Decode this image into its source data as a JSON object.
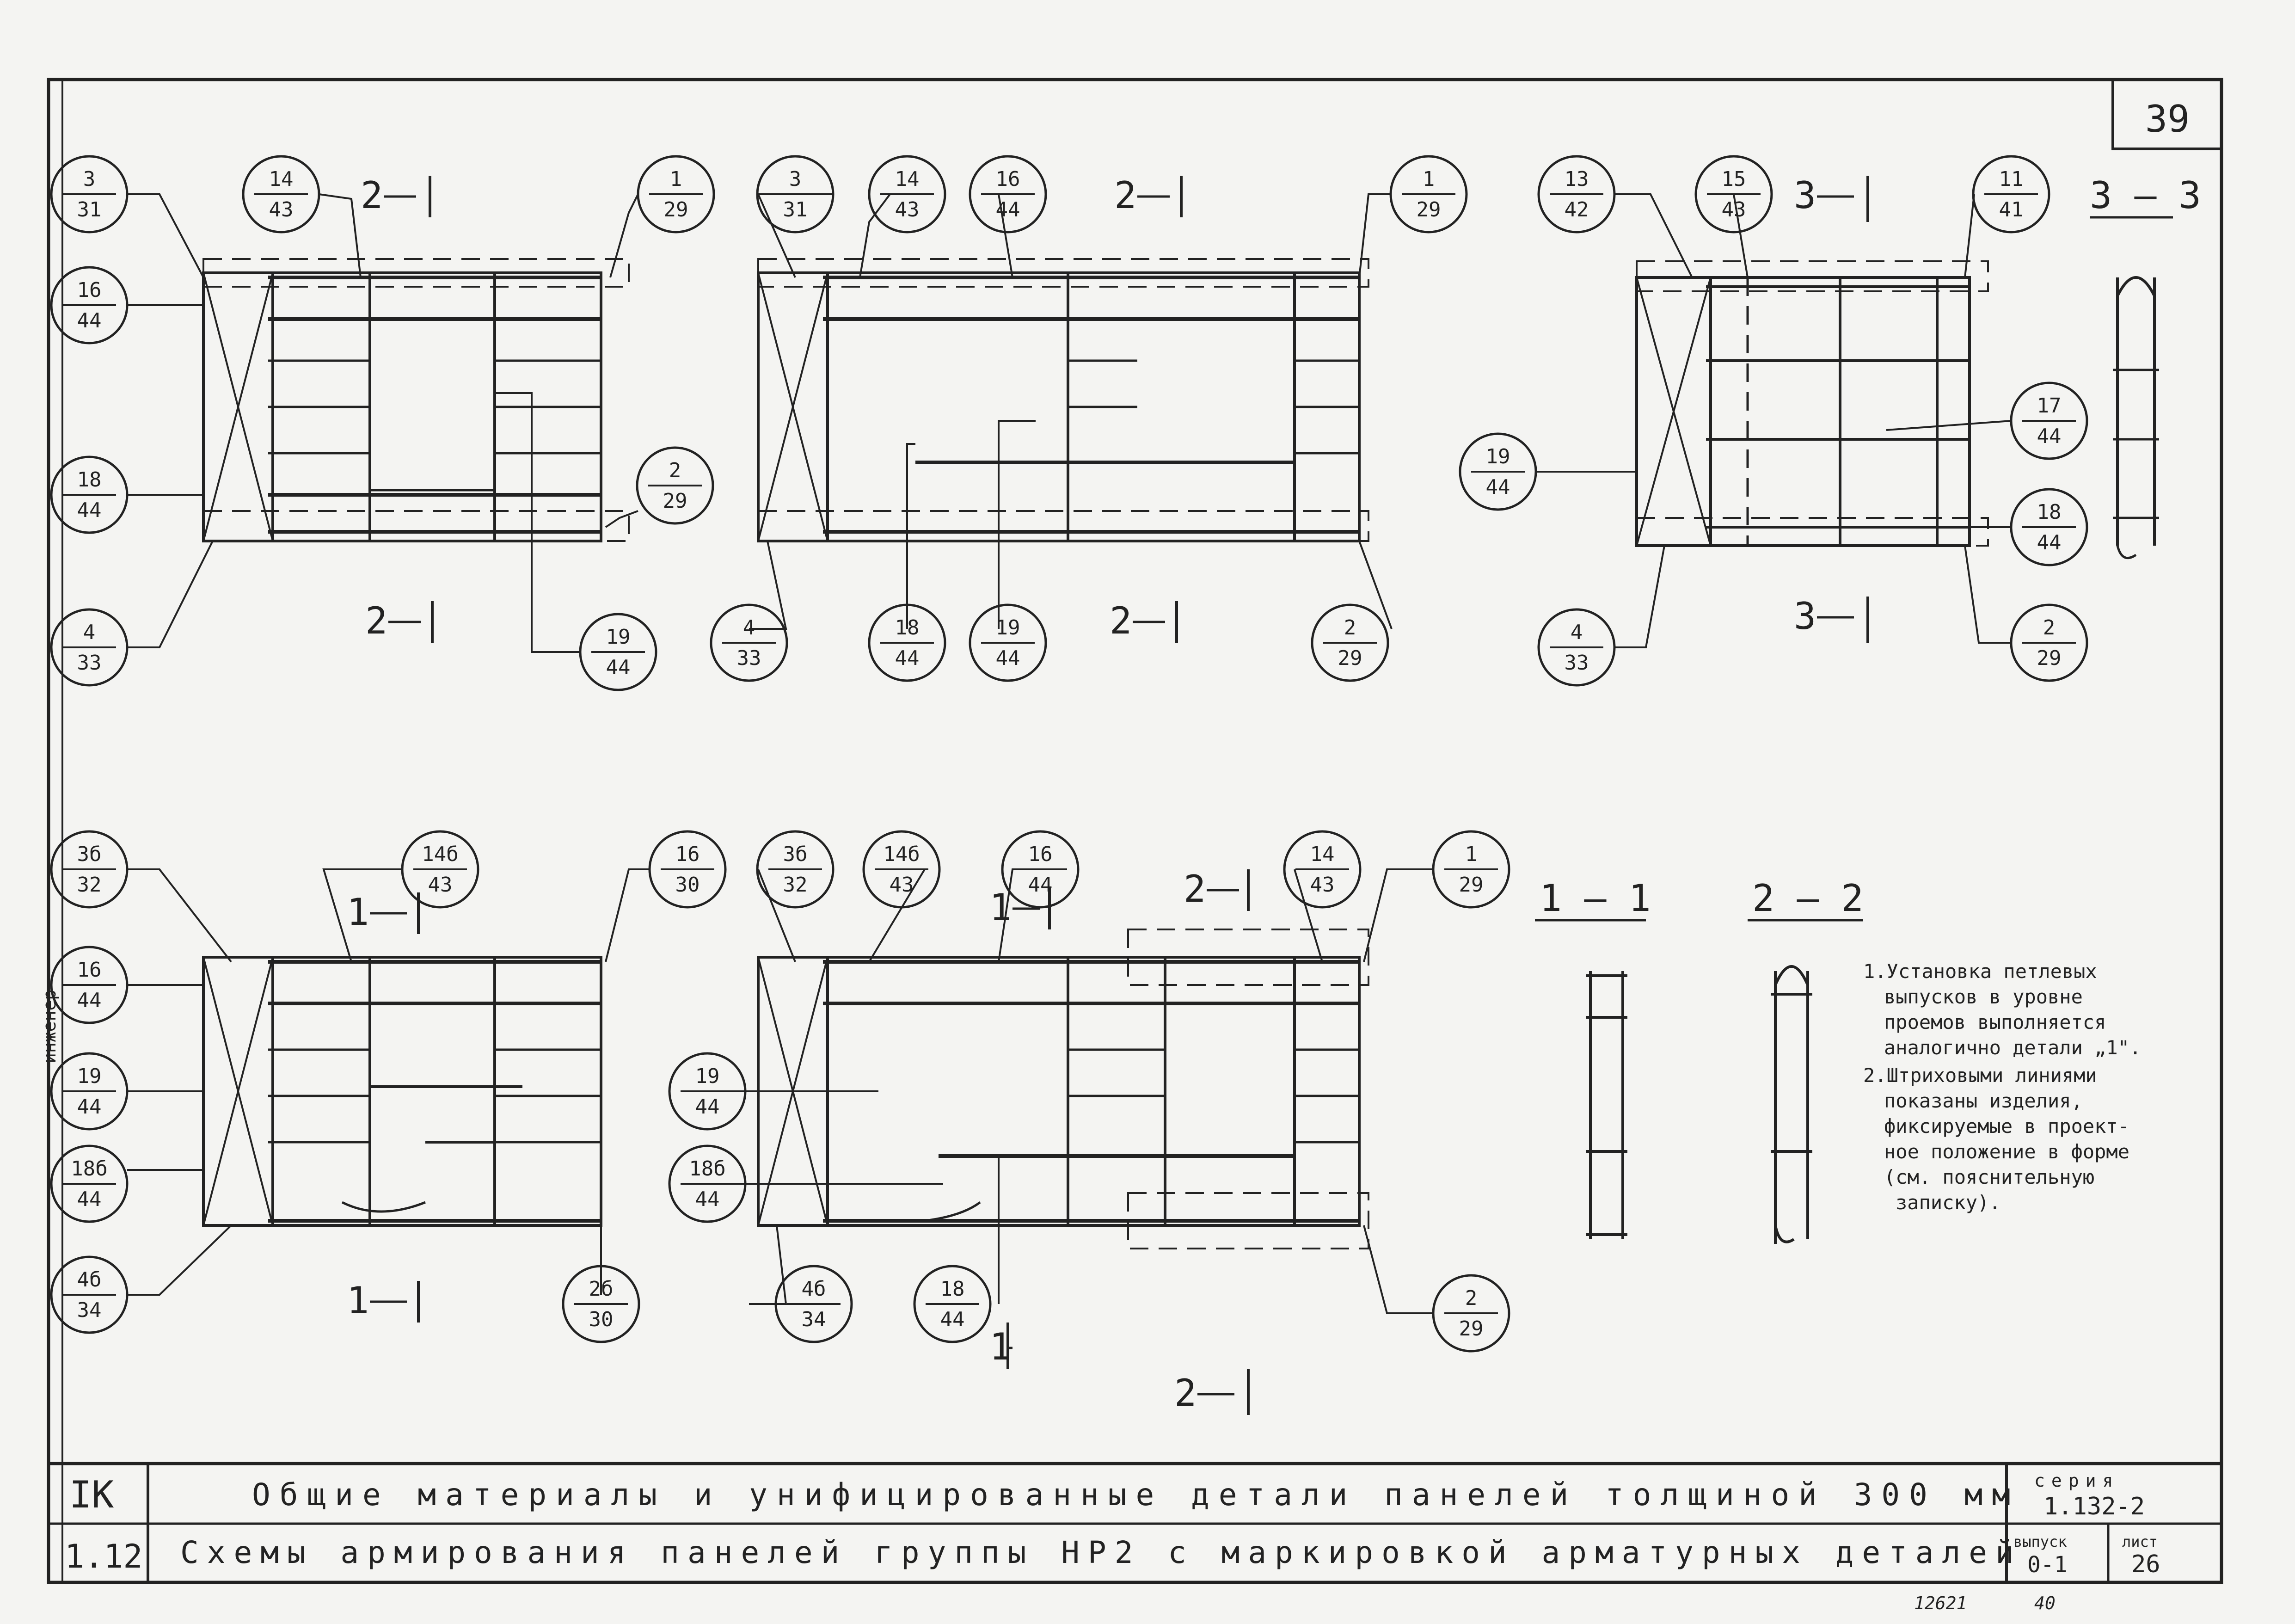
{
  "sheet_number": "39",
  "title_block": {
    "code": "IK",
    "code2": "1.12",
    "title_line1": "Общие материалы и унифицированные детали панелей толщиной 300 мм",
    "title_line2": "Схемы армирования панелей группы НР2 с маркировкой арматурных деталей",
    "series_label": "серия",
    "series_value": "1.132-2",
    "issue_label": "выпуск",
    "issue_value": "0-1",
    "list_label": "лист",
    "list_value": "26"
  },
  "bottom_numbers": {
    "left": "12621",
    "right": "40"
  },
  "side_stamp": "инженер",
  "sections": {
    "s11": "1 — 1",
    "s22": "2 — 2",
    "s33": "3 — 3"
  },
  "cut_markers": {
    "c1": "1",
    "c2": "2",
    "c3": "3"
  },
  "notes": [
    "1.Установка петлевых",
    "выпусков в уровне",
    "проемов выполняется",
    "аналогично детали „1\".",
    "2.Штриховыми линиями",
    "показаны изделия,",
    "фиксируемые в проект-",
    "ное положение в форме",
    "(см. пояснительную",
    "записку)."
  ],
  "bubbles": {
    "a1": [
      "3",
      "31"
    ],
    "a2": [
      "14",
      "43"
    ],
    "a3": [
      "1",
      "29"
    ],
    "a4": [
      "16",
      "44"
    ],
    "a5": [
      "18",
      "44"
    ],
    "a6": [
      "2",
      "29"
    ],
    "a7": [
      "4",
      "33"
    ],
    "a8": [
      "19",
      "44"
    ],
    "b1": [
      "3",
      "31"
    ],
    "b2": [
      "14",
      "43"
    ],
    "b3": [
      "16",
      "44"
    ],
    "b4": [
      "1",
      "29"
    ],
    "b5": [
      "4",
      "33"
    ],
    "b6": [
      "18",
      "44"
    ],
    "b7": [
      "19",
      "44"
    ],
    "b8": [
      "2",
      "29"
    ],
    "c1": [
      "13",
      "42"
    ],
    "c2": [
      "15",
      "43"
    ],
    "c3": [
      "11",
      "41"
    ],
    "c4": [
      "19",
      "44"
    ],
    "c5": [
      "17",
      "44"
    ],
    "c6": [
      "18",
      "44"
    ],
    "c7": [
      "4",
      "33"
    ],
    "c8": [
      "2",
      "29"
    ],
    "d1": [
      "3б",
      "32"
    ],
    "d2": [
      "14б",
      "43"
    ],
    "d3": [
      "16",
      "30"
    ],
    "d4": [
      "16",
      "44"
    ],
    "d5": [
      "19",
      "44"
    ],
    "d6": [
      "18б",
      "44"
    ],
    "d7": [
      "4б",
      "34"
    ],
    "d8": [
      "2б",
      "30"
    ],
    "e1": [
      "3б",
      "32"
    ],
    "e2": [
      "14б",
      "43"
    ],
    "e3": [
      "16",
      "44"
    ],
    "e4": [
      "14",
      "43"
    ],
    "e5": [
      "1",
      "29"
    ],
    "e6": [
      "19",
      "44"
    ],
    "e7": [
      "18б",
      "44"
    ],
    "e8": [
      "4б",
      "34"
    ],
    "e9": [
      "18",
      "44"
    ],
    "e10": [
      "2",
      "29"
    ]
  }
}
